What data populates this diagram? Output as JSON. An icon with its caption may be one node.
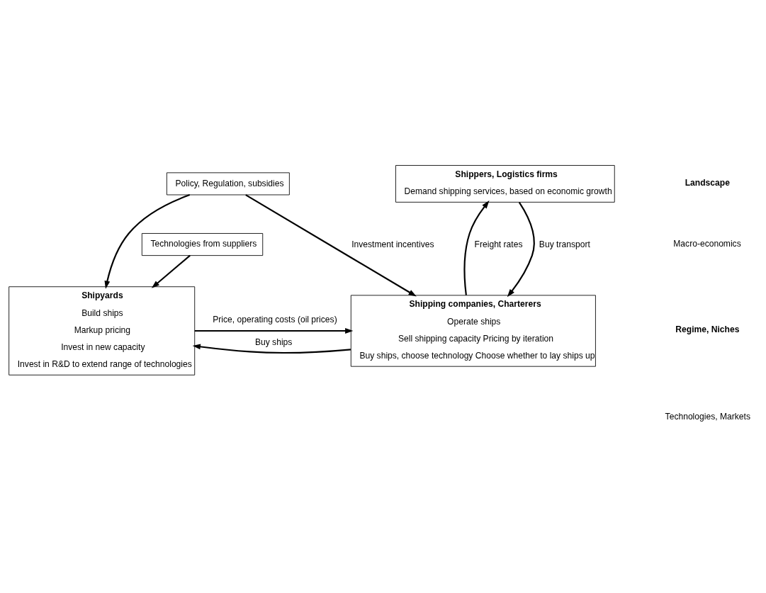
{
  "diagram": {
    "nodes": [
      {
        "text": [
          "Policy, Regulation, subsidies"
        ]
      },
      {
        "text": [
          "Shippers, Logistics firms",
          "Demand shipping services, based on economic growth"
        ]
      },
      {
        "text": [
          "Shipyards",
          "Build ships",
          "Markup pricing",
          "Invest in new capacity",
          "Invest in R&D to extend range of technologies"
        ]
      },
      {
        "text": [
          "Shipping companies, Charterers",
          "Operate ships",
          "Sell shipping capacity Pricing by iteration",
          "Buy ships, choose technology Choose whether to lay ships up"
        ]
      },
      {
        "text": [
          "Technologies from suppliers"
        ]
      }
    ],
    "edges": [
      {
        "from": 0,
        "to": 2,
        "arrow": "to"
      },
      {
        "from": 0,
        "to": 3,
        "arrow": "to",
        "label": "Investment incentives"
      },
      {
        "from": 1,
        "to": 3,
        "arrow": "to",
        "label": "Buy transport"
      },
      {
        "from": 3,
        "to": 1,
        "arrow": "to",
        "label": "Freight rates"
      },
      {
        "from": 3,
        "to": 2,
        "arrow": "to",
        "label": "Buy ships"
      },
      {
        "from": 4,
        "to": 2,
        "arrow": "to"
      },
      {
        "from": 2,
        "to": 3,
        "arrow": "to",
        "label": "Price, operating costs (oil prices)"
      }
    ],
    "labels": [
      "Landscape",
      "Macro-economics",
      "Regime, Niches",
      "Technologies, Markets"
    ]
  }
}
